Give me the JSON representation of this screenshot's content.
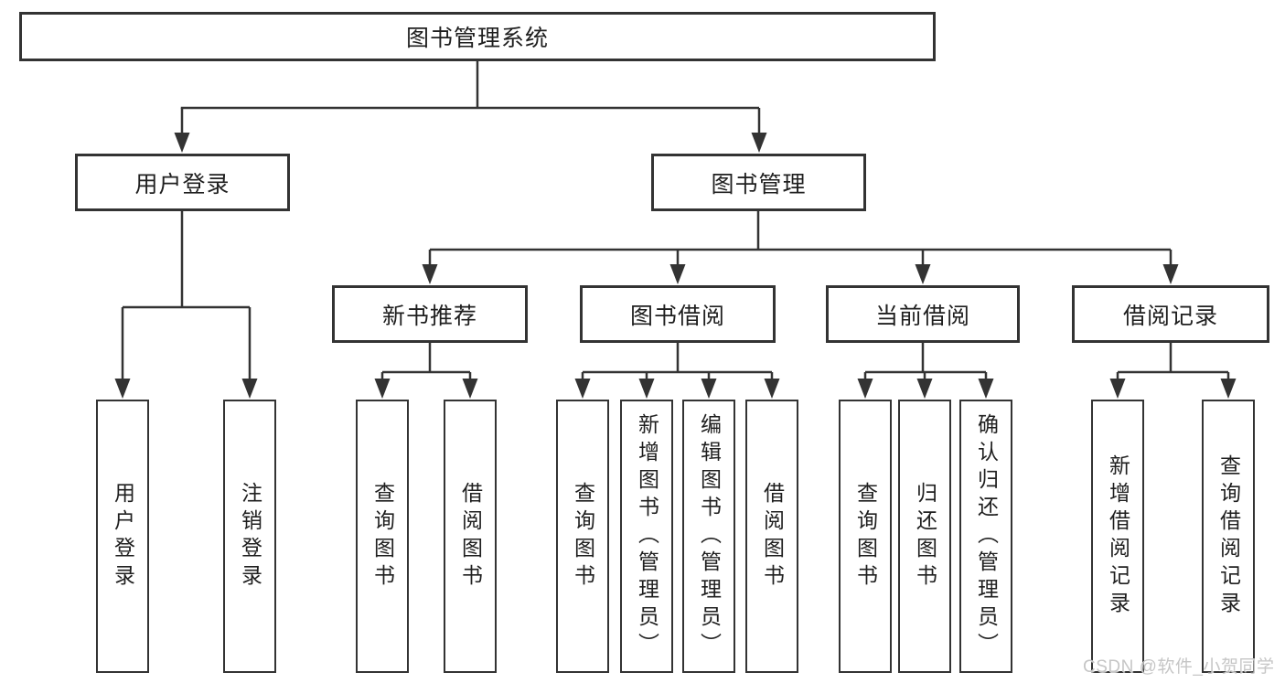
{
  "diagram": {
    "nodes": {
      "root": {
        "label": "图书管理系统"
      },
      "level2": [
        {
          "id": "user-login",
          "label": "用户登录",
          "parent": "图书管理系统"
        },
        {
          "id": "book-management",
          "label": "图书管理",
          "parent": "图书管理系统"
        }
      ],
      "level3": [
        {
          "id": "new-book-recommend",
          "label": "新书推荐",
          "parent": "图书管理"
        },
        {
          "id": "book-borrowing",
          "label": "图书借阅",
          "parent": "图书管理"
        },
        {
          "id": "current-borrowing",
          "label": "当前借阅",
          "parent": "图书管理"
        },
        {
          "id": "borrowing-records",
          "label": "借阅记录",
          "parent": "图书管理"
        }
      ],
      "leaves": [
        {
          "label": "用户登录",
          "parent": "用户登录"
        },
        {
          "label": "注销登录",
          "parent": "用户登录"
        },
        {
          "label": "查询图书",
          "parent": "新书推荐"
        },
        {
          "label": "借阅图书",
          "parent": "新书推荐"
        },
        {
          "label": "查询图书",
          "parent": "图书借阅"
        },
        {
          "label": "新增图书（管理员）",
          "parent": "图书借阅"
        },
        {
          "label": "编辑图书（管理员）",
          "parent": "图书借阅"
        },
        {
          "label": "借阅图书",
          "parent": "图书借阅"
        },
        {
          "label": "查询图书",
          "parent": "当前借阅"
        },
        {
          "label": "归还图书",
          "parent": "当前借阅"
        },
        {
          "label": "确认归还（管理员）",
          "parent": "当前借阅"
        },
        {
          "label": "新增借阅记录",
          "parent": "借阅记录"
        },
        {
          "label": "查询借阅记录",
          "parent": "借阅记录"
        }
      ]
    },
    "watermark": "CSDN @软件_小贺同学",
    "colors": {
      "line": "#333333",
      "box_border": "#333333",
      "text": "#1f1f1f",
      "watermark": "#c6c6c6",
      "background": "#ffffff"
    }
  }
}
